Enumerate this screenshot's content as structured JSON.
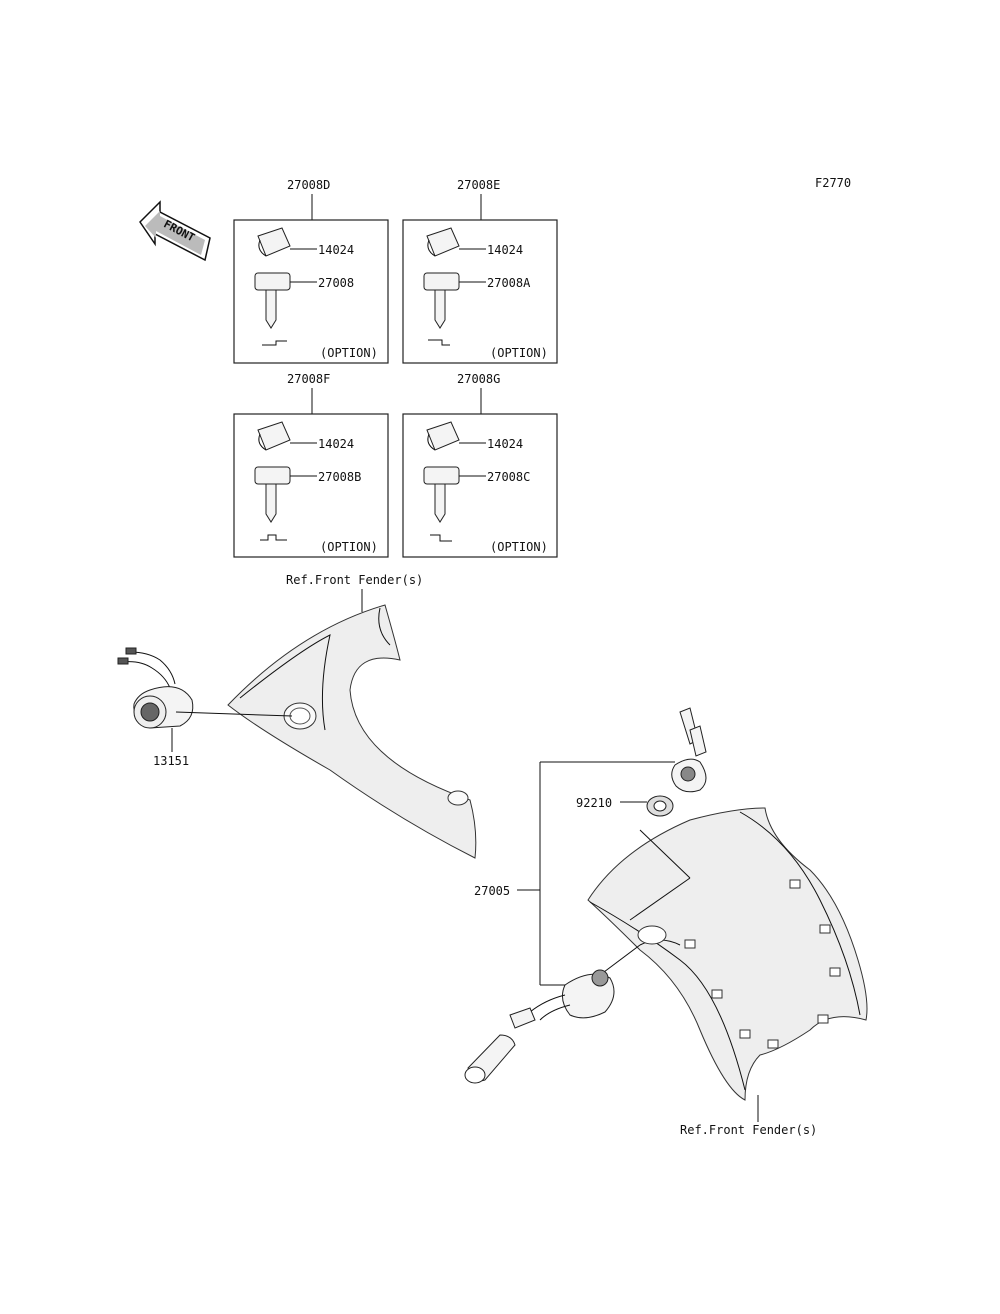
{
  "figure_code": "F2770",
  "front_arrow_label": "FRONT",
  "kits": [
    {
      "kit_number": "27008D",
      "cap_part": "14024",
      "key_part": "27008",
      "note": "(OPTION)"
    },
    {
      "kit_number": "27008E",
      "cap_part": "14024",
      "key_part": "27008A",
      "note": "(OPTION)"
    },
    {
      "kit_number": "27008F",
      "cap_part": "14024",
      "key_part": "27008B",
      "note": "(OPTION)"
    },
    {
      "kit_number": "27008G",
      "cap_part": "14024",
      "key_part": "27008C",
      "note": "(OPTION)"
    }
  ],
  "callouts": {
    "ref_front_fender_top": "Ref.Front Fender(s)",
    "ref_front_fender_bottom": "Ref.Front Fender(s)",
    "switch_part": "13151",
    "nut_part": "92210",
    "assembly_part": "27005"
  }
}
